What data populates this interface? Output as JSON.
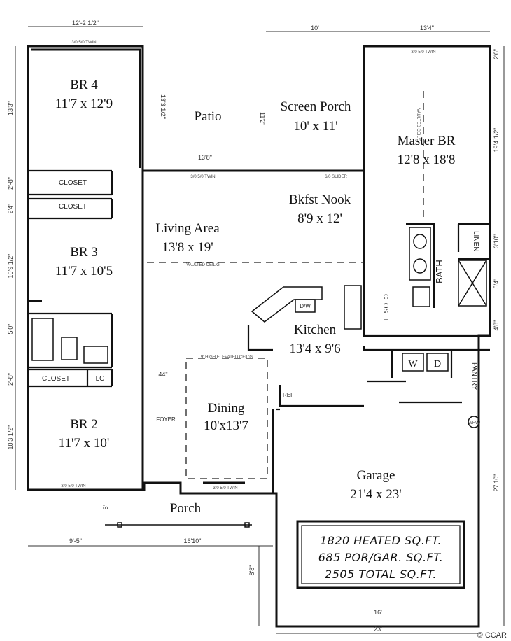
{
  "rooms": {
    "br4": {
      "name": "BR 4",
      "size": "11'7 x 12'9"
    },
    "patio": {
      "name": "Patio"
    },
    "screen_porch": {
      "name": "Screen Porch",
      "size": "10' x 11'"
    },
    "master": {
      "name": "Master BR",
      "size": "12'8 x 18'8"
    },
    "bkfst": {
      "name": "Bkfst Nook",
      "size": "8'9 x 12'"
    },
    "living": {
      "name": "Living Area",
      "size": "13'8 x 19'"
    },
    "br3": {
      "name": "BR 3",
      "size": "11'7 x 10'5"
    },
    "kitchen": {
      "name": "Kitchen",
      "size": "13'4 x 9'6"
    },
    "dining": {
      "name": "Dining",
      "size": "10'x13'7"
    },
    "br2": {
      "name": "BR 2",
      "size": "11'7 x 10'"
    },
    "garage": {
      "name": "Garage",
      "size": "21'4 x 23'"
    },
    "porch": {
      "name": "Porch"
    }
  },
  "labels": {
    "closet_br4": "CLOSET",
    "closet_br3": "CLOSET",
    "closet_br2": "CLOSET",
    "lc": "LC",
    "washer": "W",
    "dryer": "D",
    "pantry": "PANTRY",
    "linen": "LINEN",
    "bath": "BATH",
    "closet_master": "CLOSET",
    "dw": "D/W",
    "ref": "REF",
    "foyer": "FOYER",
    "vaulted_living": "VAULTED CEIL'G",
    "vaulted_master": "VAULTED CEIL'G",
    "dining_ceiling": "9' HIGH ELEVATED CEIL'G",
    "whw": "WHW",
    "window_br4": "3/0 5/0 TWIN",
    "window_master": "3/0 5/0 TWIN",
    "window_patio": "3/0 5/0 TWIN",
    "slider": "6/0 SLIDER",
    "window_br2": "3/0 5/0 TWIN",
    "window_dining": "3/0 5/0 TWIN",
    "patio_width": "13'8\"",
    "patio_height": "13'3 1/2\"",
    "patio_depth": "11'2\""
  },
  "dimensions": {
    "top_left": "12'-2 1/2\"",
    "top_mid": "10'",
    "top_right": "13'4\"",
    "right_top": "2'6\"",
    "right_master": "19'4 1/2\"",
    "right_linen": "3'10\"",
    "right_bath": "5'4\"",
    "right_4": "4'8\"",
    "right_garage": "27'10\"",
    "left_br4": "13'3\"",
    "left_2_8a": "2'-8\"",
    "left_2_4": "2'4\"",
    "left_br3": "10'9 1/2\"",
    "left_5_0": "5'0\"",
    "left_2_8b": "2'-8\"",
    "left_br2": "10'3 1/2\"",
    "porch_5": "5'",
    "bottom_left": "9'-5\"",
    "bottom_mid": "16'10\"",
    "garage_8_8": "8'8\"",
    "garage_16": "16'",
    "garage_23": "23'",
    "dining_44": "44\""
  },
  "totals": {
    "heated": "1820 HEATED SQ.FT.",
    "por_gar": "685 POR/GAR. SQ.FT.",
    "total": "2505 TOTAL SQ.FT."
  },
  "credit": "© CCAR"
}
